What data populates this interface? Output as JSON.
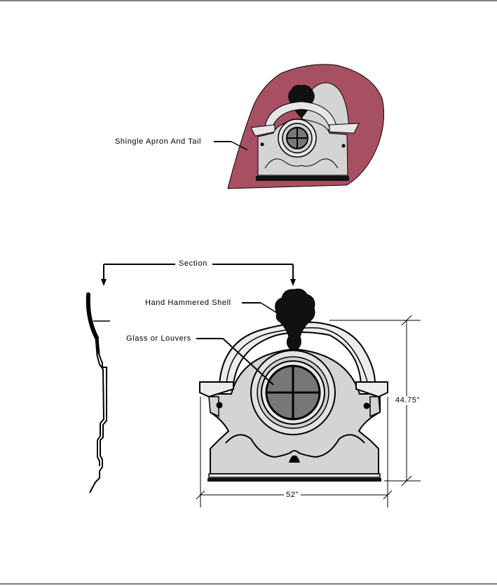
{
  "labels": {
    "apron": "Shingle Apron And Tail",
    "section": "Section",
    "shell": "Hand Hammered Shell",
    "glass": "Glass or Louvers",
    "height": "44.75\"",
    "width": "52\""
  },
  "colors": {
    "apron_fill": "#a85063",
    "body_fill": "#d4d4d4",
    "glass_fill": "#777777",
    "line": "#000000",
    "frame_fill": "#ececec"
  }
}
